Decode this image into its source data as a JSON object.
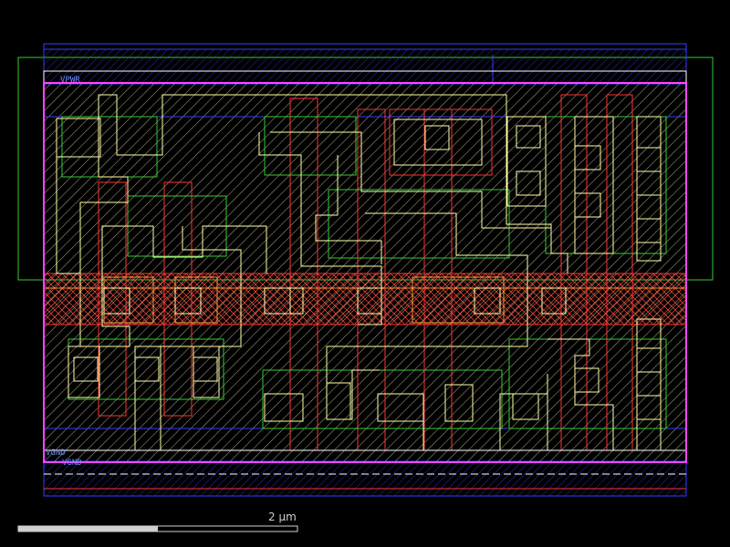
{
  "labels": {
    "top_rail": "VPWR",
    "bottom_rail_1": "VGND",
    "bottom_rail_2": "VGND"
  },
  "scale_bar": {
    "text": "2 µm",
    "fraction": 0.5
  },
  "colors": {
    "background": "#000000",
    "cell_boundary": "#ff44ff",
    "metal1": "#5555ff",
    "local_interconnect": "#ffffaa",
    "poly": "#ff3333",
    "nwell": "#33cc33",
    "tap": "#ff9933",
    "scale_bar": "#cfcfcf"
  }
}
